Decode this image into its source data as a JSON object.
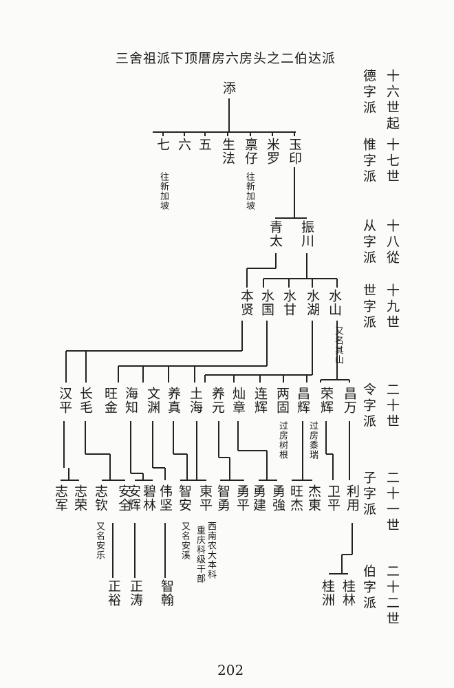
{
  "title": "三舍祖派下顶厝房六房头之二伯达派",
  "page_number": "202",
  "generations": [
    {
      "name": "德字派",
      "gen": "十六世起"
    },
    {
      "name": "惟字派",
      "gen": "十七世"
    },
    {
      "name": "从字派",
      "gen": "十八從"
    },
    {
      "name": "世字派",
      "gen": "十九世"
    },
    {
      "name": "令字派",
      "gen": "二十世"
    },
    {
      "name": "子字派",
      "gen": "二十一世"
    },
    {
      "name": "伯字派",
      "gen": "二十二世"
    }
  ],
  "gen16": [
    "添"
  ],
  "gen17": [
    "七",
    "六",
    "五",
    "生法",
    "禀仔",
    "米罗",
    "玉印"
  ],
  "gen18": [
    "青太",
    "振川"
  ],
  "gen19": [
    "本贤",
    "水国",
    "水甘",
    "水湖",
    "水山"
  ],
  "gen20": [
    "汉平",
    "长毛",
    "旺金",
    "海知",
    "文渊",
    "养真",
    "土海",
    "养元",
    "灿章",
    "连辉",
    "两固",
    "昌辉",
    "荣辉",
    "昌万"
  ],
  "gen21": [
    "志军",
    "志荣",
    "志钦",
    "安全",
    "安辉",
    "碧林",
    "伟坚",
    "智安",
    "東平",
    "智勇",
    "勇平",
    "勇建",
    "勇強",
    "旺杰",
    "杰東",
    "卫平",
    "利用"
  ],
  "gen22": [
    "正裕",
    "正涛",
    "智翰",
    "桂洲",
    "桂林"
  ],
  "notes": [
    "往新加坡",
    "往新加坡",
    "又名其山",
    "过房树根",
    "过房黍瑞",
    "又名安乐",
    "又名安溪",
    "西南农大本科",
    "重庆科级干部"
  ]
}
